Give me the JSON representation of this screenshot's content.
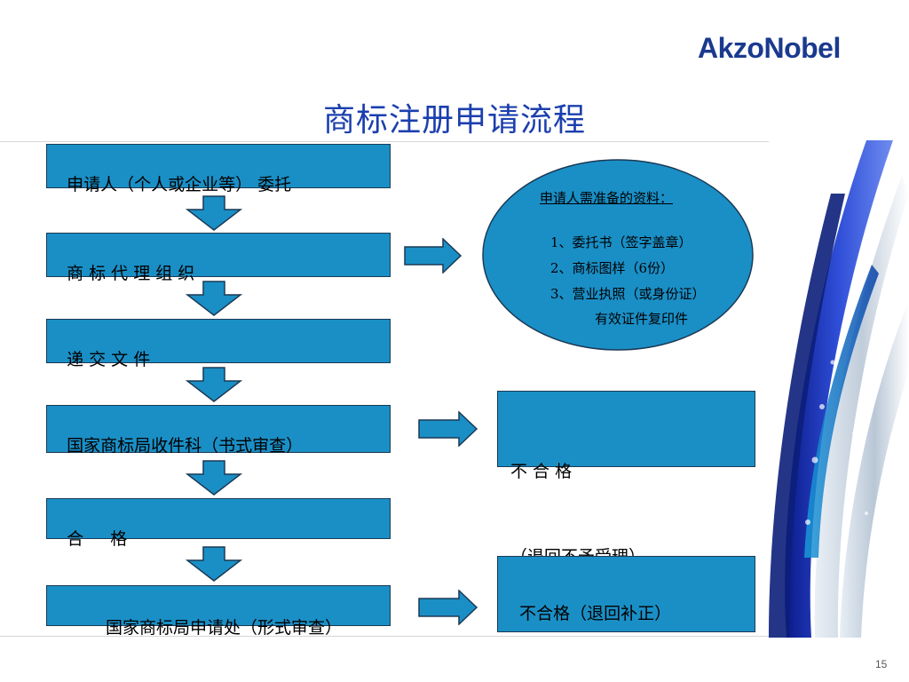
{
  "brand": {
    "logo_text": "AkzoNobel"
  },
  "slide": {
    "title": "商标注册申请流程",
    "page_number": "15"
  },
  "flow": {
    "steps": [
      {
        "label": "申请人（个人或企业等） 委托"
      },
      {
        "label": "商 标 代 理 组 织"
      },
      {
        "label": "递 交 文 件"
      },
      {
        "label": "国家商标局收件科（书式审查）"
      },
      {
        "label": "合     格"
      },
      {
        "label": "国家商标局申请处（形式审查）"
      }
    ]
  },
  "materials": {
    "heading": "申请人需准备的资料：",
    "items": [
      "1、委托书（签字盖章）",
      "2、商标图样（6份）",
      "3、营业执照（或身份证）",
      "有效证件复印件"
    ]
  },
  "outcomes": {
    "fail_1_line1": "不 合 格",
    "fail_1_line2": "（退回不予受理）",
    "fail_2": "不合格（退回补正）"
  },
  "colors": {
    "box_fill": "#1a8fc6",
    "title": "#1b3fae",
    "logo": "#1a3a8f"
  }
}
